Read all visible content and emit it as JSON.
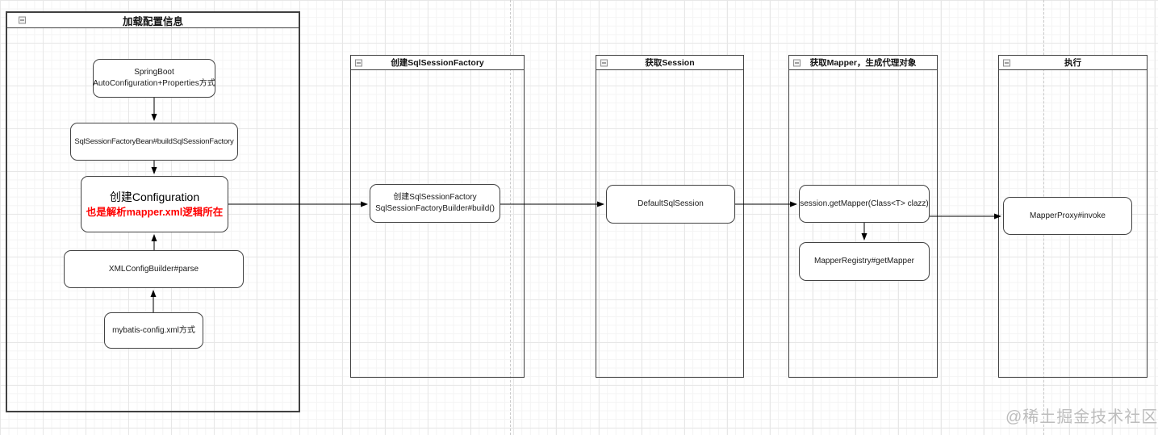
{
  "watermark": "@稀土掘金技术社区",
  "colors": {
    "container_border": "#404040",
    "node_border": "#424242",
    "arrow": "#000000",
    "highlight_red": "#ff0000",
    "grid_minor": "#f4f4f4",
    "grid_major": "#e7e7e7",
    "page_break_dash": "#c9c9c9",
    "watermark_gray": "#bdbdbd"
  },
  "containers": [
    {
      "title": "加载配置信息"
    },
    {
      "title": "创建SqlSessionFactory"
    },
    {
      "title": "获取Session"
    },
    {
      "title": "获取Mapper，生成代理对象"
    },
    {
      "title": "执行"
    }
  ],
  "nodes": {
    "springboot": {
      "line1": "SpringBoot",
      "line2": "AutoConfiguration+Properties方式"
    },
    "factory_bean": {
      "line1": "SqlSessionFactoryBean#buildSqlSessionFactory"
    },
    "create_configuration": {
      "line1": "创建Configuration",
      "line2": "也是解析mapper.xml逻辑所在"
    },
    "xml_config_builder": {
      "line1": "XMLConfigBuilder#parse"
    },
    "mybatis_config": {
      "line1": "mybatis-config.xml方式"
    },
    "build_factory": {
      "line1": "创建SqlSessionFactory",
      "line2": "SqlSessionFactoryBuilder#build()"
    },
    "default_sqlsession": {
      "line1": "DefaultSqlSession"
    },
    "session_getmapper": {
      "line1": "session.getMapper(Class<T> clazz)"
    },
    "mapper_registry": {
      "line1": "MapperRegistry#getMapper"
    },
    "mapper_proxy": {
      "line1": "MapperProxy#invoke"
    }
  }
}
